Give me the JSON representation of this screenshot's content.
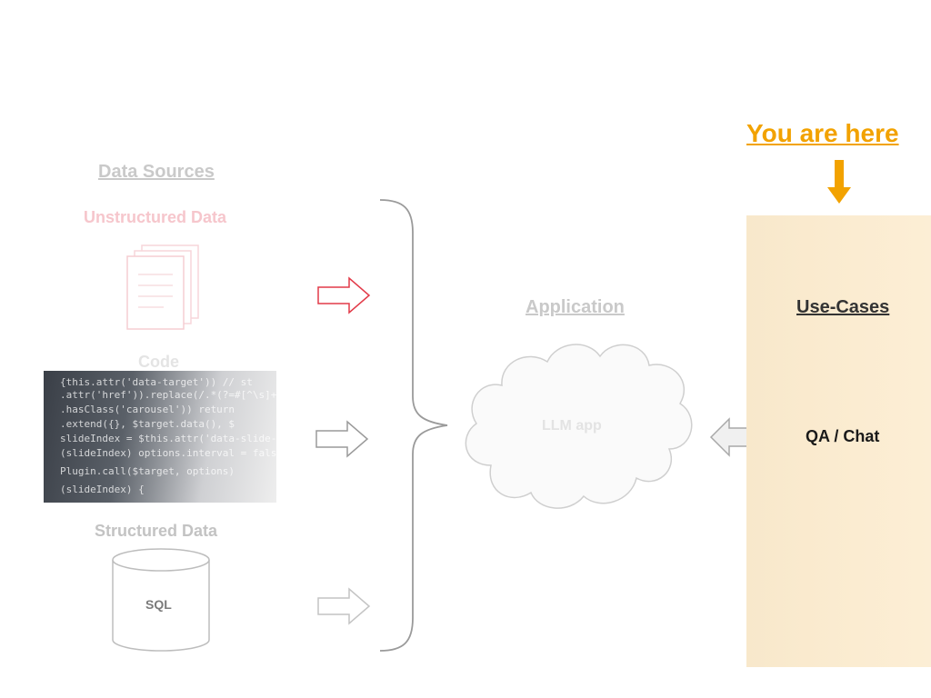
{
  "you_are_here": "You are here",
  "data_sources": {
    "title": "Data Sources",
    "unstructured_title": "Unstructured Data",
    "code_title": "Code",
    "structured_title": "Structured Data",
    "sql_label": "SQL"
  },
  "application": {
    "title": "Application",
    "cloud_label": "LLM app"
  },
  "use_cases": {
    "title": "Use-Cases",
    "item": "QA / Chat"
  },
  "colors": {
    "highlight": "#f2a200",
    "unstructured_arrow": "#e23a48",
    "panel": "#fbecd1"
  }
}
